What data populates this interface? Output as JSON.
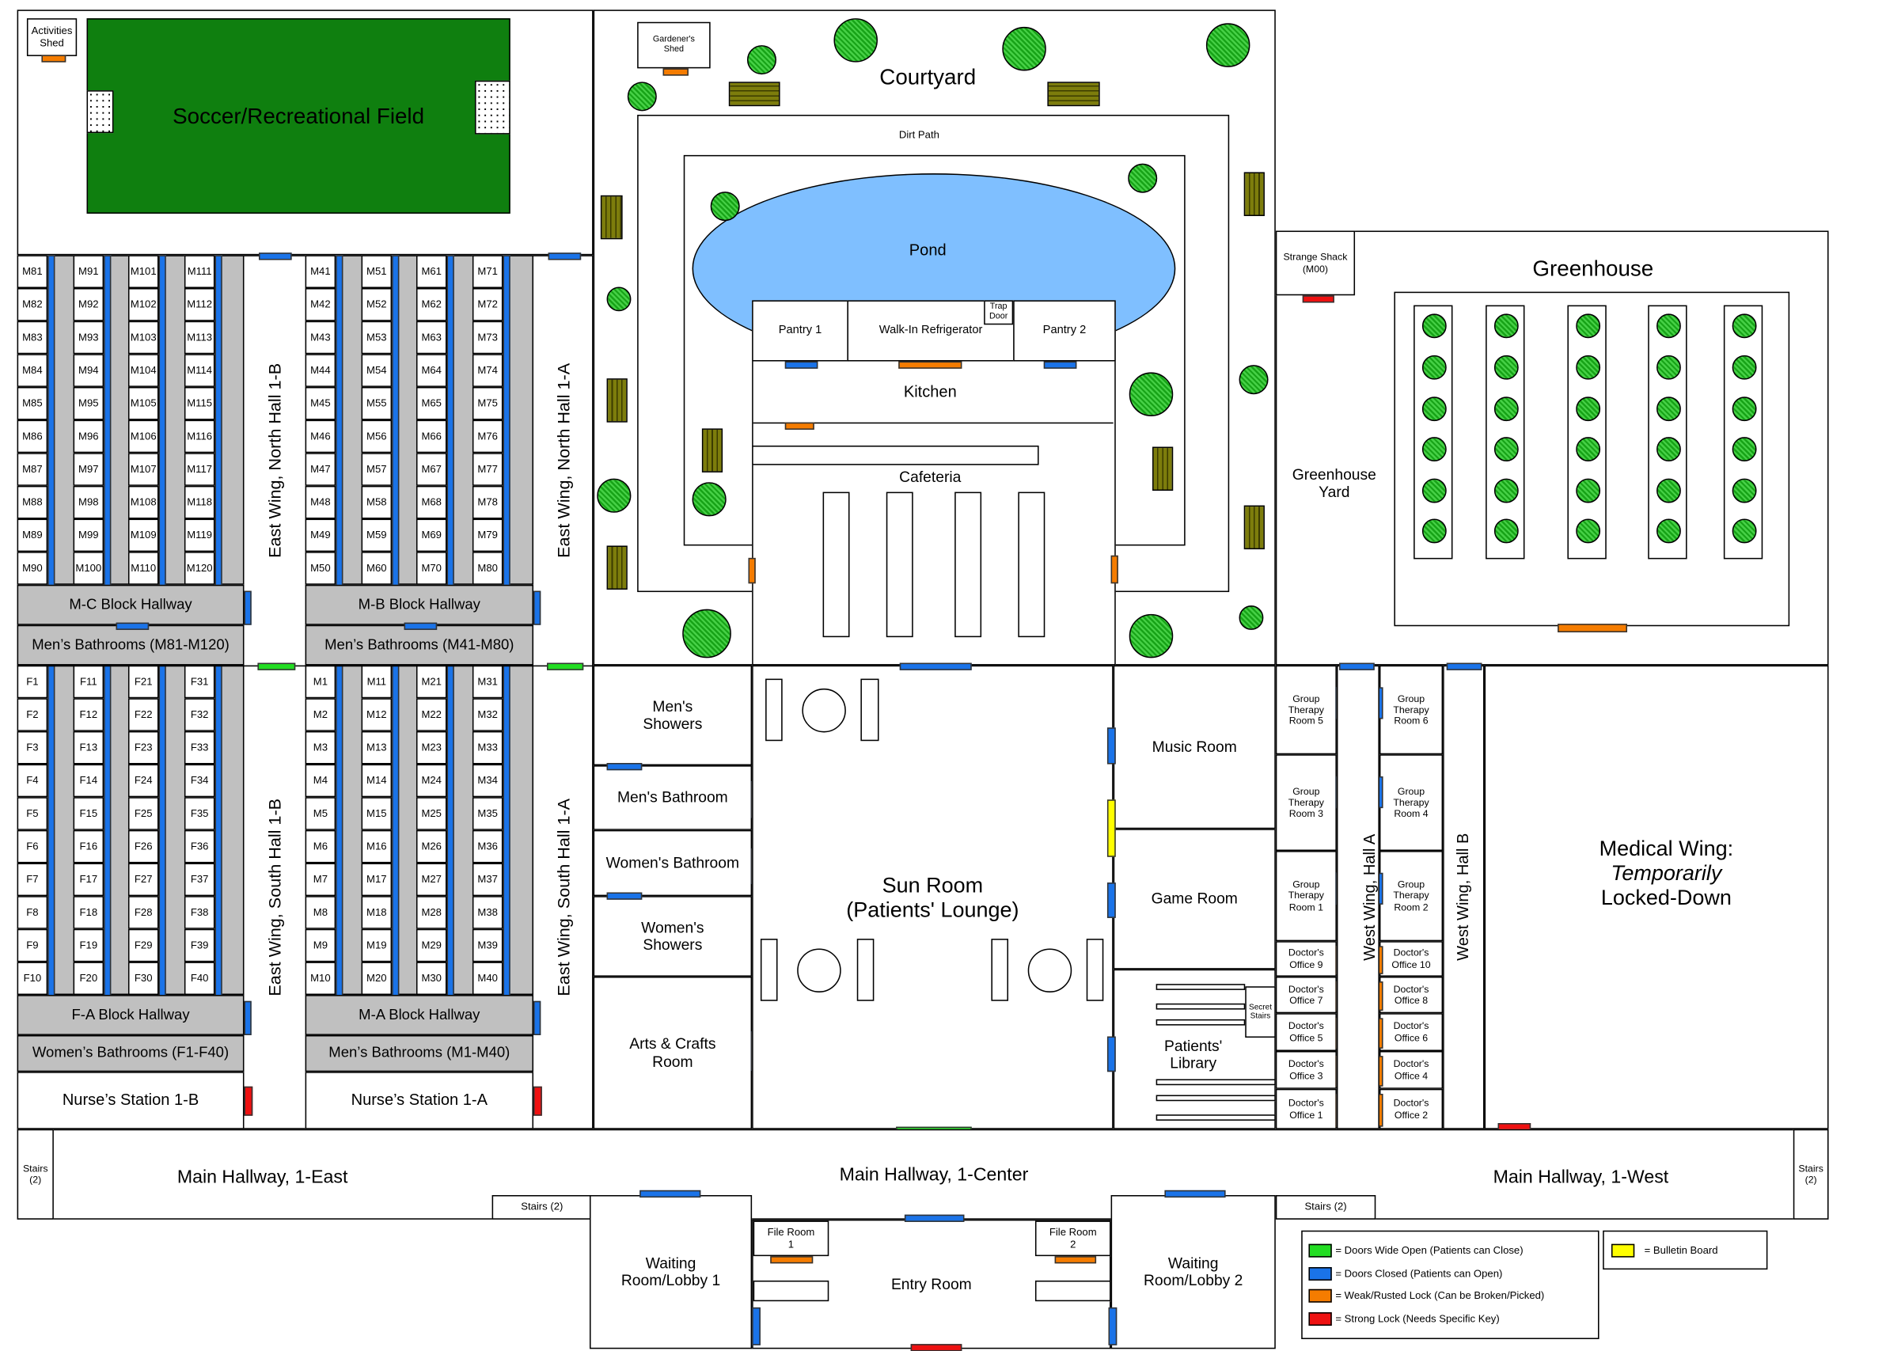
{
  "colors": {
    "door_open": "#22dd22",
    "door_closed": "#1a73e8",
    "weak_lock": "#f57c00",
    "strong_lock": "#ee1111",
    "bulletin_board": "#ffff00",
    "field": "#0f7f0f",
    "pond": "#7fbfff",
    "corridor": "#c0c0c0"
  },
  "outdoor": {
    "activities_shed": "Activities\nShed",
    "field": "Soccer/Recreational Field",
    "gardeners_shed": "Gardener's\nShed",
    "courtyard": "Courtyard",
    "dirt_path": "Dirt Path",
    "pond": "Pond",
    "strange_shack": "Strange Shack\n(M00)",
    "greenhouse": "Greenhouse",
    "greenhouse_yard": "Greenhouse\nYard"
  },
  "kitchen": {
    "pantry1": "Pantry 1",
    "walk_in": "Walk-In Refrigerator",
    "trap_door": "Trap\nDoor",
    "pantry2": "Pantry 2",
    "kitchen": "Kitchen",
    "cafeteria": "Cafeteria"
  },
  "east_wing": {
    "hall_north_1b": "East Wing, North Hall 1-B",
    "hall_north_1a": "East Wing, North Hall 1-A",
    "hall_south_1b": "East Wing, South Hall 1-B",
    "hall_south_1a": "East Wing, South Hall 1-A",
    "blocks": [
      {
        "hallway": "M-C Block Hallway",
        "bathroom": "Men’s Bathrooms (M81-M120)",
        "columns": [
          [
            "M81",
            "M82",
            "M83",
            "M84",
            "M85",
            "M86",
            "M87",
            "M88",
            "M89",
            "M90"
          ],
          [
            "M91",
            "M92",
            "M93",
            "M94",
            "M95",
            "M96",
            "M97",
            "M98",
            "M99",
            "M100"
          ],
          [
            "M101",
            "M102",
            "M103",
            "M104",
            "M105",
            "M106",
            "M107",
            "M108",
            "M109",
            "M110"
          ],
          [
            "M111",
            "M112",
            "M113",
            "M114",
            "M115",
            "M116",
            "M117",
            "M118",
            "M119",
            "M120"
          ]
        ]
      },
      {
        "hallway": "M-B Block Hallway",
        "bathroom": "Men’s Bathrooms (M41-M80)",
        "columns": [
          [
            "M41",
            "M42",
            "M43",
            "M44",
            "M45",
            "M46",
            "M47",
            "M48",
            "M49",
            "M50"
          ],
          [
            "M51",
            "M52",
            "M53",
            "M54",
            "M55",
            "M56",
            "M57",
            "M58",
            "M59",
            "M60"
          ],
          [
            "M61",
            "M62",
            "M63",
            "M64",
            "M65",
            "M66",
            "M67",
            "M68",
            "M69",
            "M70"
          ],
          [
            "M71",
            "M72",
            "M73",
            "M74",
            "M75",
            "M76",
            "M77",
            "M78",
            "M79",
            "M80"
          ]
        ]
      },
      {
        "hallway": "F-A Block Hallway",
        "bathroom": "Women’s Bathrooms (F1-F40)",
        "nurse": "Nurse’s Station 1-B",
        "columns": [
          [
            "F1",
            "F2",
            "F3",
            "F4",
            "F5",
            "F6",
            "F7",
            "F8",
            "F9",
            "F10"
          ],
          [
            "F11",
            "F12",
            "F13",
            "F14",
            "F15",
            "F16",
            "F17",
            "F18",
            "F19",
            "F20"
          ],
          [
            "F21",
            "F22",
            "F23",
            "F24",
            "F25",
            "F26",
            "F27",
            "F28",
            "F29",
            "F30"
          ],
          [
            "F31",
            "F32",
            "F33",
            "F34",
            "F35",
            "F36",
            "F37",
            "F38",
            "F39",
            "F40"
          ]
        ]
      },
      {
        "hallway": "M-A Block Hallway",
        "bathroom": "Men’s Bathrooms (M1-M40)",
        "nurse": "Nurse’s Station 1-A",
        "columns": [
          [
            "M1",
            "M2",
            "M3",
            "M4",
            "M5",
            "M6",
            "M7",
            "M8",
            "M9",
            "M10"
          ],
          [
            "M11",
            "M12",
            "M13",
            "M14",
            "M15",
            "M16",
            "M17",
            "M18",
            "M19",
            "M20"
          ],
          [
            "M21",
            "M22",
            "M23",
            "M24",
            "M25",
            "M26",
            "M27",
            "M28",
            "M29",
            "M30"
          ],
          [
            "M31",
            "M32",
            "M33",
            "M34",
            "M35",
            "M36",
            "M37",
            "M38",
            "M39",
            "M40"
          ]
        ]
      }
    ]
  },
  "center": {
    "mens_showers": "Men's\nShowers",
    "mens_bathroom": "Men's Bathroom",
    "womens_bathroom": "Women's Bathroom",
    "womens_showers": "Women's\nShowers",
    "arts_crafts": "Arts & Crafts\nRoom",
    "sun_room": "Sun Room\n(Patients' Lounge)",
    "music_room": "Music Room",
    "game_room": "Game Room",
    "library": "Patients'\nLibrary",
    "secret_stairs": "Secret\nStairs"
  },
  "west_wing": {
    "hall_a": "West Wing, Hall A",
    "hall_b": "West Wing, Hall B",
    "column_a": [
      "Group\nTherapy\nRoom 5",
      "Group\nTherapy\nRoom 3",
      "Group\nTherapy\nRoom 1",
      "Doctor's\nOffice 9",
      "Doctor's\nOffice 7",
      "Doctor's\nOffice 5",
      "Doctor's\nOffice 3",
      "Doctor's\nOffice 1"
    ],
    "column_b": [
      "Group\nTherapy\nRoom 6",
      "Group\nTherapy\nRoom 4",
      "Group\nTherapy\nRoom 2",
      "Doctor's\nOffice 10",
      "Doctor's\nOffice 8",
      "Doctor's\nOffice 6",
      "Doctor's\nOffice 4",
      "Doctor's\nOffice 2"
    ],
    "medical_wing_line1": "Medical Wing:",
    "medical_wing_line2": "Temporarily",
    "medical_wing_line3": "Locked-Down"
  },
  "main": {
    "hall_east": "Main Hallway, 1-East",
    "hall_center": "Main Hallway, 1-Center",
    "hall_west": "Main Hallway, 1-West",
    "stairs_side": "Stairs\n(2)",
    "stairs": "Stairs (2)",
    "waiting1": "Waiting\nRoom/Lobby 1",
    "waiting2": "Waiting\nRoom/Lobby 2",
    "entry": "Entry Room",
    "file1": "File Room\n1",
    "file2": "File Room\n2"
  },
  "legend": {
    "items": [
      {
        "color": "#22dd22",
        "label": "= Doors Wide Open (Patients can Close)"
      },
      {
        "color": "#1a73e8",
        "label": "= Doors Closed (Patients can Open)"
      },
      {
        "color": "#f57c00",
        "label": "= Weak/Rusted Lock (Can be Broken/Picked)"
      },
      {
        "color": "#ee1111",
        "label": "= Strong Lock (Needs Specific Key)"
      }
    ],
    "bulletin": {
      "color": "#ffff00",
      "label": "= Bulletin Board"
    }
  }
}
